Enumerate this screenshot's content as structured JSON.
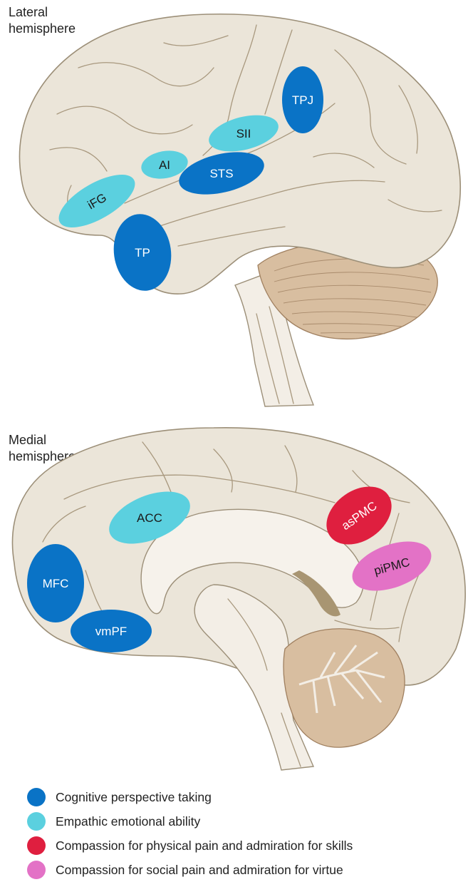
{
  "colors": {
    "cognitive": "#0a73c6",
    "empathic": "#5bd0df",
    "physical": "#df1f3f",
    "social": "#e372c6"
  },
  "panels": {
    "lateral": {
      "title": "Lateral\nhemisphere",
      "regions": [
        {
          "label": "TPJ",
          "group": "cognitive"
        },
        {
          "label": "SII",
          "group": "empathic"
        },
        {
          "label": "AI",
          "group": "empathic"
        },
        {
          "label": "STS",
          "group": "cognitive"
        },
        {
          "label": "iFG",
          "group": "empathic"
        },
        {
          "label": "TP",
          "group": "cognitive"
        }
      ]
    },
    "medial": {
      "title": "Medial\nhemisphere",
      "regions": [
        {
          "label": "ACC",
          "group": "empathic"
        },
        {
          "label": "asPMC",
          "group": "physical"
        },
        {
          "label": "piPMC",
          "group": "social"
        },
        {
          "label": "MFC",
          "group": "cognitive"
        },
        {
          "label": "vmPF",
          "group": "cognitive"
        }
      ]
    }
  },
  "legend": [
    {
      "label": "Cognitive perspective taking",
      "group": "cognitive"
    },
    {
      "label": "Empathic emotional ability",
      "group": "empathic"
    },
    {
      "label": "Compassion for physical pain and admiration for skills",
      "group": "physical"
    },
    {
      "label": "Compassion for social pain and admiration for virtue",
      "group": "social"
    }
  ]
}
